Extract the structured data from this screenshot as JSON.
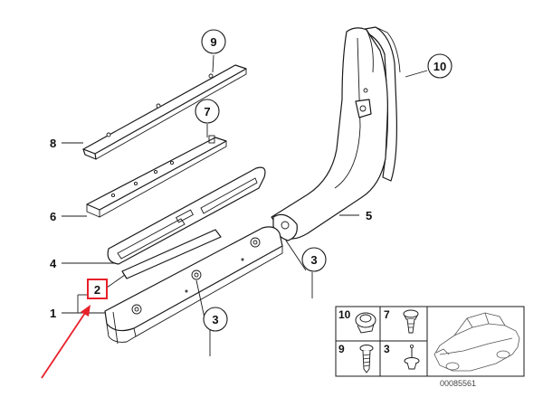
{
  "callouts": {
    "n1": "1",
    "n2": "2",
    "n3a": "3",
    "n3b": "3",
    "n4": "4",
    "n5": "5",
    "n6": "6",
    "n7": "7",
    "n8": "8",
    "n9": "9",
    "n10": "10"
  },
  "legend": {
    "cells": [
      "10",
      "7",
      "9",
      "3"
    ]
  },
  "diagram_id": "00085561",
  "colors": {
    "line": "#1a1a1a",
    "highlight": "#e8202a",
    "arrow": "#e8202a"
  },
  "highlighted_part": "2",
  "icons": [
    "red-arrow-icon",
    "car-silhouette-icon",
    "clip-icon",
    "screw-icon",
    "expanding-rivet-icon"
  ]
}
